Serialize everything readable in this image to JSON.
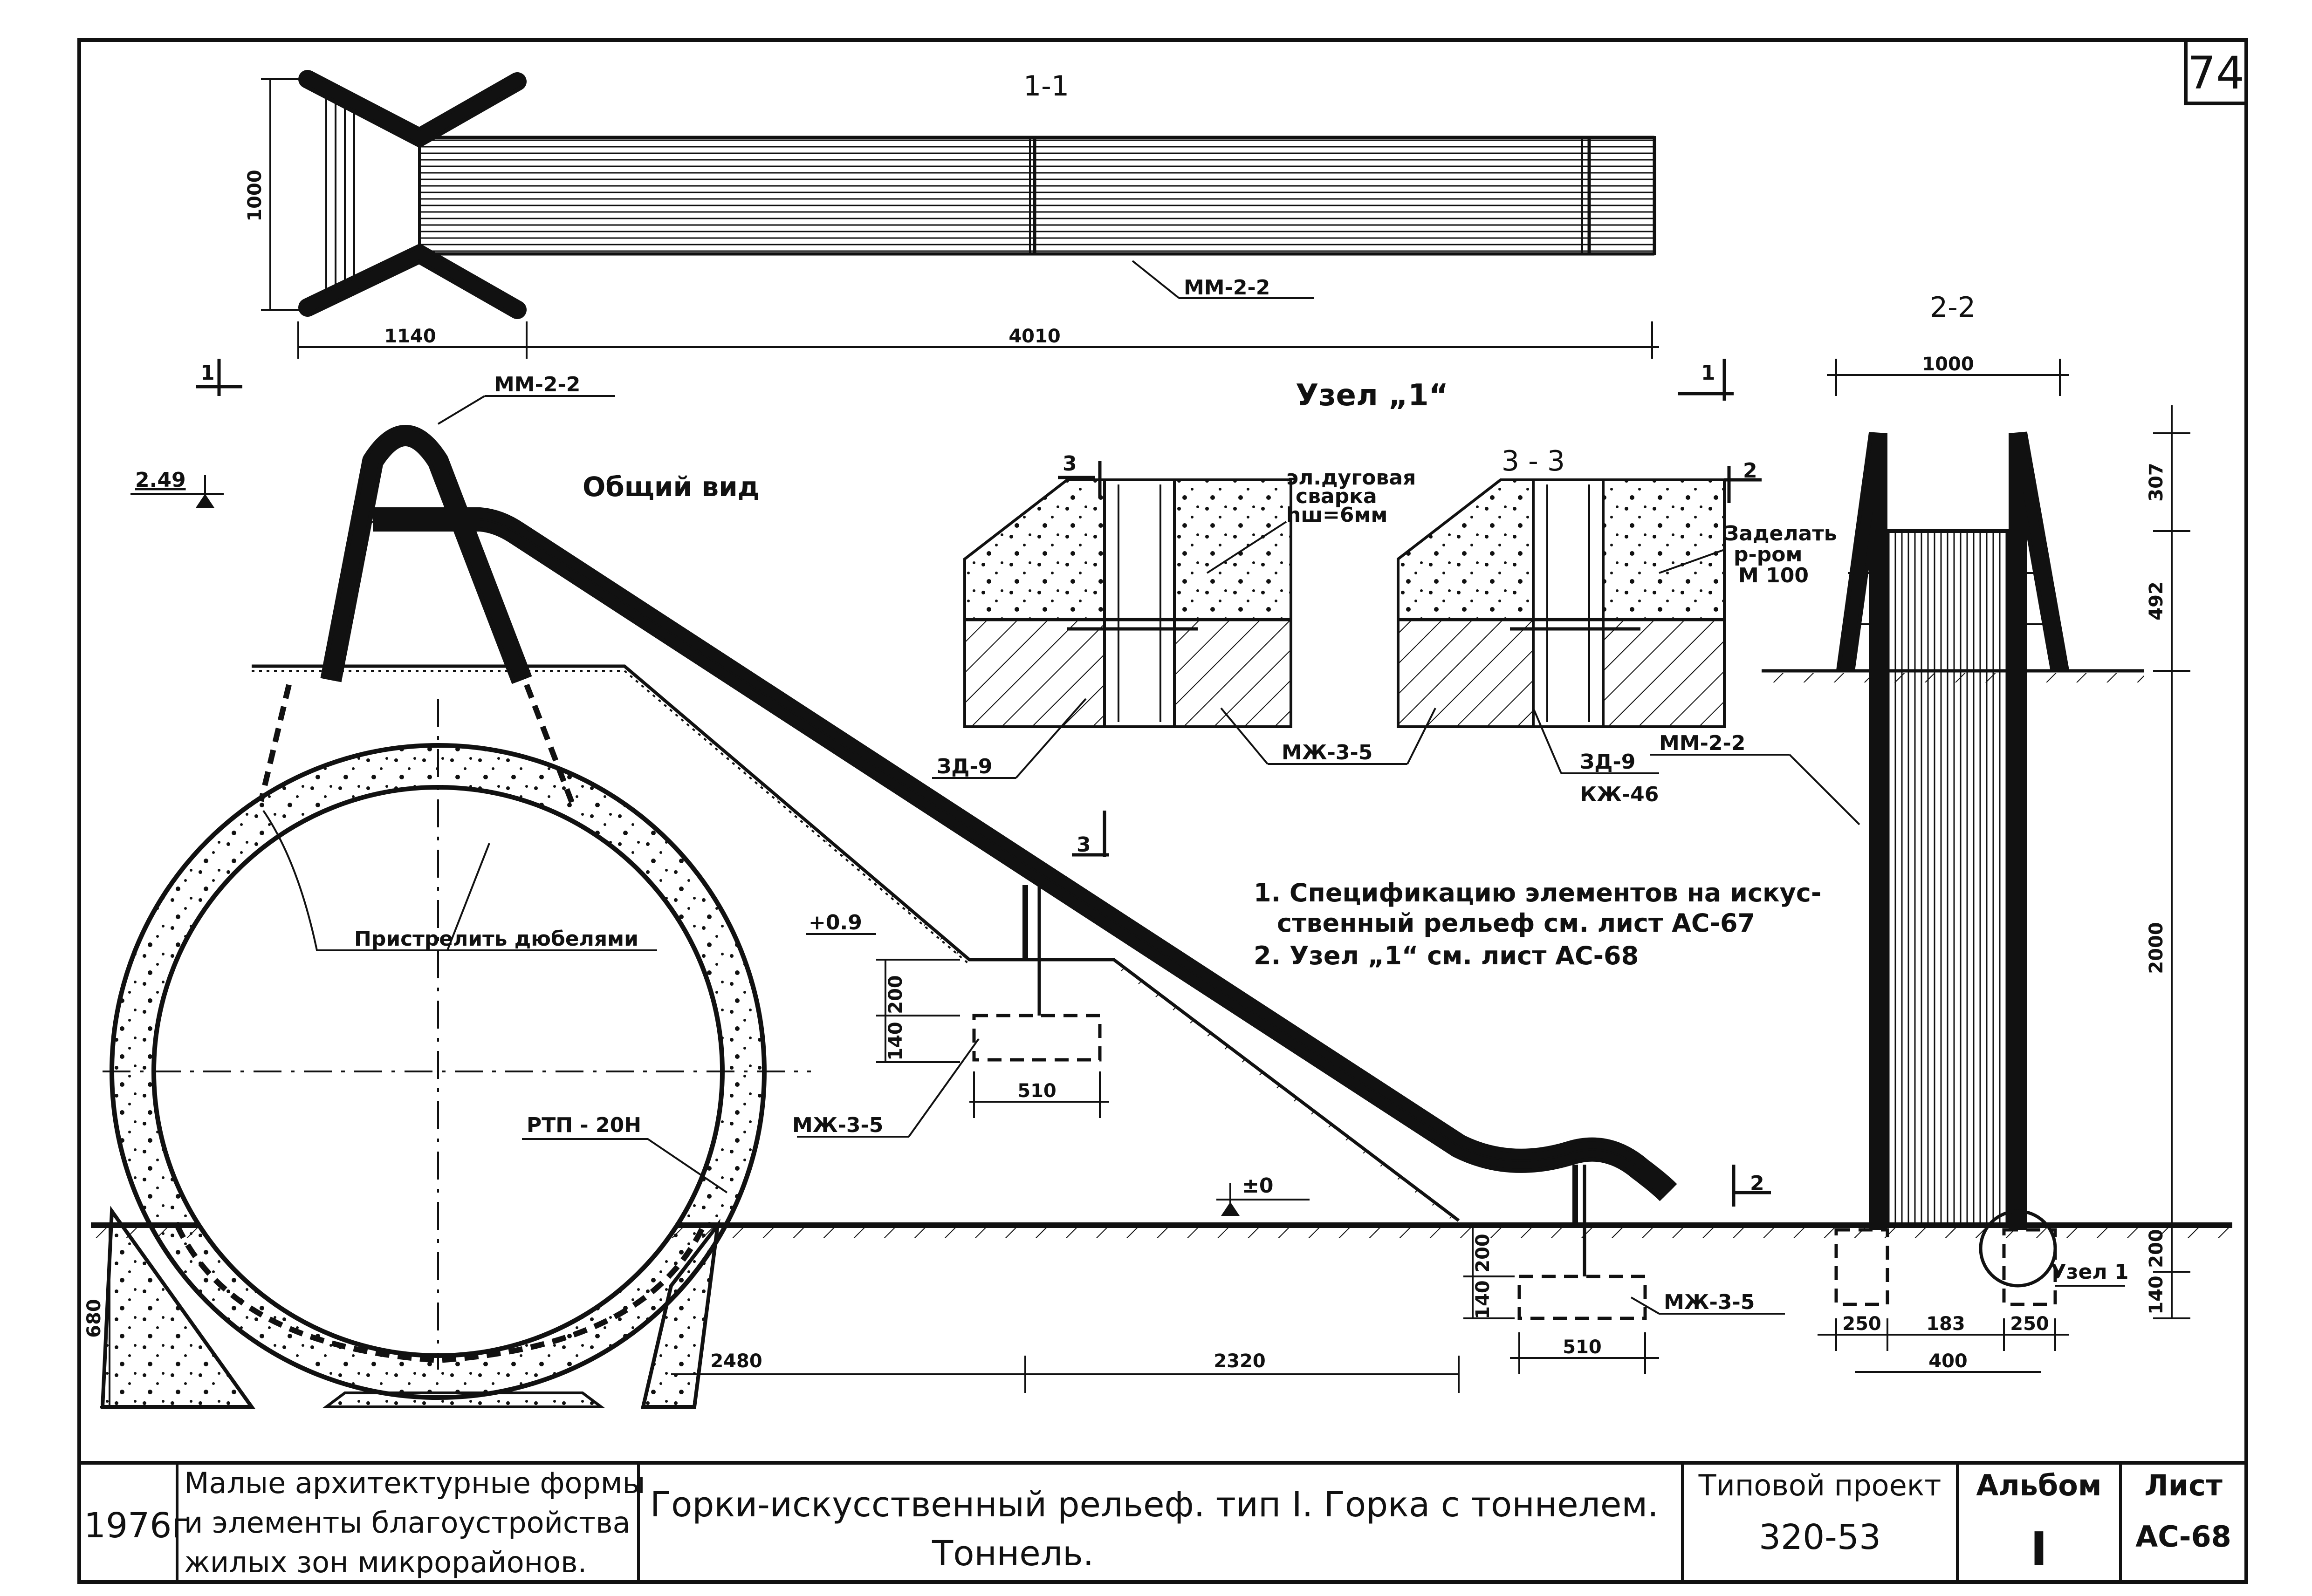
{
  "sheet_number": "74",
  "section_1_1": {
    "title": "1-1",
    "label": "ММ-2-2",
    "dim_height": "1000",
    "dim_left": "1140",
    "dim_right": "4010"
  },
  "section_markers": {
    "cut_1_left": "1",
    "cut_1_right": "1",
    "cut_2_top": "2",
    "cut_2_bottom": "2",
    "cut_3_top": "3",
    "cut_3_bottom": "3"
  },
  "general_view": {
    "title": "Общий вид",
    "label_mm": "ММ-2-2",
    "level_top": "2.49",
    "level_mid": "+0.9",
    "level_zero": "±0",
    "dowels_note": "Пристрелить дюбелями",
    "pipe_label": "РТП - 20Н",
    "footing_label_1": "МЖ-3-5",
    "footing_label_2": "МЖ-3-5",
    "dim_510_a": "510",
    "dim_510_b": "510",
    "dim_140_a": "140",
    "dim_200_a": "200",
    "dim_140_b": "140",
    "dim_200_b": "200",
    "dim_680": "680",
    "dim_2480": "2480",
    "dim_2320": "2320"
  },
  "node_1": {
    "title": "Узел „1“",
    "section_3_3": "3 - 3",
    "weld_note_1": "эл.дуговая",
    "weld_note_2": "сварка",
    "weld_note_3": "hш=6мм",
    "mortar_note_1": "Заделать",
    "mortar_note_2": "р-ром",
    "mortar_note_3": "М 100",
    "label_zd9_a": "ЗД-9",
    "label_mzh35": "МЖ-3-5",
    "label_zd9_b": "ЗД-9",
    "label_kzh46": "КЖ-46",
    "label_mm22": "ММ-2-2"
  },
  "notes": {
    "line1": "1. Спецификацию элементов на искус-",
    "line2": "ственный рельеф см. лист АС-67",
    "line3": "2. Узел „1“ см. лист АС-68"
  },
  "section_2_2": {
    "title": "2-2",
    "dim_width": "1000",
    "dim_307": "307",
    "dim_492": "492",
    "dim_2000": "2000",
    "dim_140": "140",
    "dim_200": "200",
    "dim_250_a": "250",
    "dim_183": "183",
    "dim_250_b": "250",
    "dim_400": "400",
    "node_ref": "Узел 1"
  },
  "title_block": {
    "year": "1976г",
    "org_line1": "Малые архитектурные формы",
    "org_line2": "и элементы благоустройства",
    "org_line3": "жилых зон микрорайонов.",
    "title_line1": "Горки-искусственный рельеф. тип I. Горка с тоннелем.",
    "title_line2": "Тоннель.",
    "project_label": "Типовой проект",
    "project_number": "320-53",
    "album_label": "Альбом",
    "album_value": "I",
    "sheet_label": "Лист",
    "sheet_value": "АС-68"
  }
}
